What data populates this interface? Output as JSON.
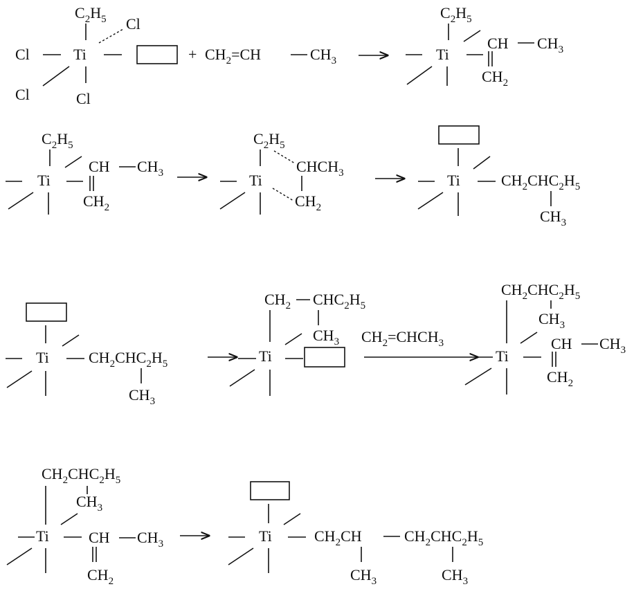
{
  "sub_script": "2",
  "sub_script_5": "5",
  "sub_script_3": "3",
  "labels": {
    "ti": "Ti",
    "cl": "Cl",
    "c": "C",
    "h": "H",
    "ch": "CH",
    "chch3": "CHCH",
    "ch2": "CH",
    "ch3": "CH",
    "plus": "+",
    "propene_part1": "CH",
    "propene_part2": "=CH",
    "propene_part3": "CH",
    "ch2chc2h5_a": "CH",
    "ch2chc2h5_b": "CHC",
    "ch2chc2h5_c": "H",
    "ch2ch": "CH",
    "ch2ch_b": "CH",
    "ch2_eq_chch3_a": "CH",
    "ch2_eq_chch3_b": "=CHCH"
  }
}
